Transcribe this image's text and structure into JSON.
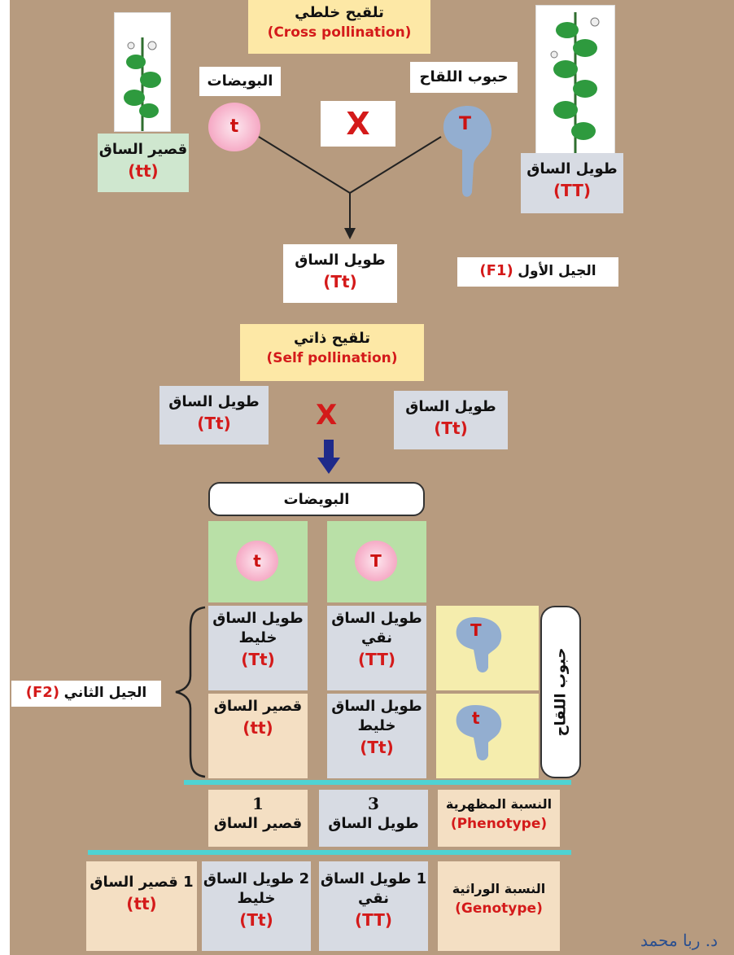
{
  "top": {
    "cross_ar": "تلقيح خلطي",
    "cross_en": "(Cross pollination)",
    "eggs_label": "البويضات",
    "pollen_label": "حبوب اللقاح",
    "cross_sign": "X",
    "egg_allele": "t",
    "pollen_allele": "T",
    "short_parent_ar": "قصير الساق",
    "short_parent_geno": "(tt)",
    "tall_parent_ar": "طويل الساق",
    "tall_parent_geno": "(TT)"
  },
  "f1": {
    "offspring_ar": "طويل الساق",
    "offspring_geno": "(Tt)",
    "gen_label_ar": "الجيل الأول",
    "gen_label_en": "(F1)"
  },
  "self": {
    "title_ar": "تلقيح ذاتي",
    "title_en": "(Self pollination)",
    "left_ar": "طويل الساق",
    "left_geno": "(Tt)",
    "right_ar": "طويل الساق",
    "right_geno": "(Tt)",
    "cross_sign": "X"
  },
  "punnett": {
    "eggs_header": "البويضات",
    "pollen_header": "حبوب اللقاح",
    "egg_alleles": [
      "t",
      "T"
    ],
    "pollen_alleles": [
      "T",
      "t"
    ],
    "cells": [
      {
        "line1": "طويل الساق",
        "line2": "خليط",
        "geno": "(Tt)"
      },
      {
        "line1": "طويل الساق",
        "line2": "نقي",
        "geno": "(TT)"
      },
      {
        "line1": "قصير الساق",
        "line2": "",
        "geno": "(tt)"
      },
      {
        "line1": "طويل الساق",
        "line2": "خليط",
        "geno": "(Tt)"
      }
    ],
    "f2_label_ar": "الجيل الثاني",
    "f2_label_en": "(F2)"
  },
  "phenotype": {
    "label_ar": "النسبة المظهرية",
    "label_en": "(Phenotype)",
    "short_num": "1",
    "short_ar": "قصير الساق",
    "tall_num": "3",
    "tall_ar": "طويل الساق"
  },
  "genotype": {
    "label_ar": "النسبة الوراثية",
    "label_en": "(Genotype)",
    "col1_ar": "1 قصير الساق",
    "col1_geno": "(tt)",
    "col2_ar": "2 طويل الساق",
    "col2_line2": "خليط",
    "col2_geno": "(Tt)",
    "col3_ar": "1 طويل الساق",
    "col3_line2": "نقي",
    "col3_geno": "(TT)"
  },
  "credit": "د. ربا محمد",
  "colors": {
    "background": "#b79b7f",
    "red_text": "#d41a1a",
    "arrow_blue": "#1e2a8a",
    "teal_line": "#4fd3d3",
    "pollen_blue": "#93aed0"
  }
}
